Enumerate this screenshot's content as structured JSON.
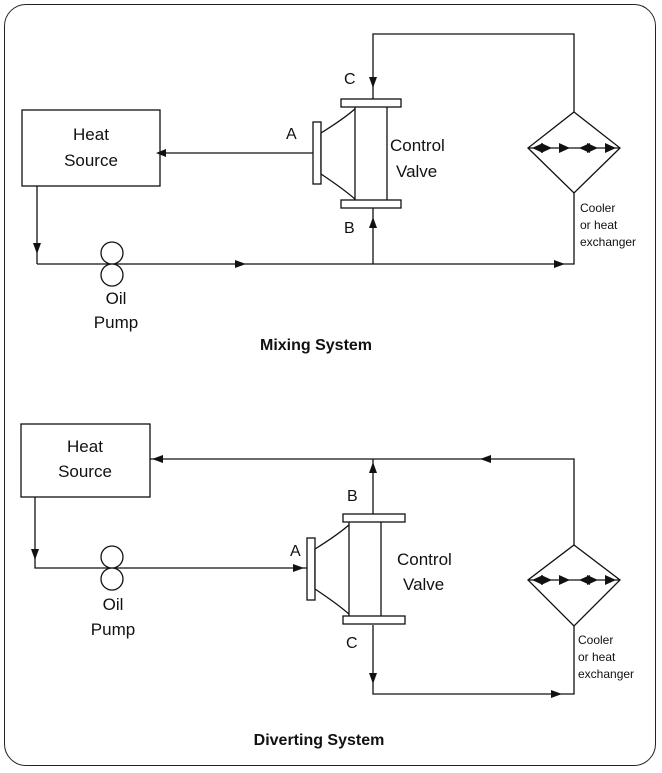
{
  "mixing": {
    "title": "Mixing System",
    "heat_source": [
      "Heat",
      "Source"
    ],
    "pump": [
      "Oil",
      "Pump"
    ],
    "valve": [
      "Control",
      "Valve"
    ],
    "ports": {
      "a": "A",
      "b": "B",
      "c": "C"
    },
    "exchanger": [
      "Cooler",
      "or heat",
      "exchanger"
    ]
  },
  "diverting": {
    "title": "Diverting System",
    "heat_source": [
      "Heat",
      "Source"
    ],
    "pump": [
      "Oil",
      "Pump"
    ],
    "valve": [
      "Control",
      "Valve"
    ],
    "ports": {
      "a": "A",
      "b": "B",
      "c": "C"
    },
    "exchanger": [
      "Cooler",
      "or heat",
      "exchanger"
    ]
  }
}
